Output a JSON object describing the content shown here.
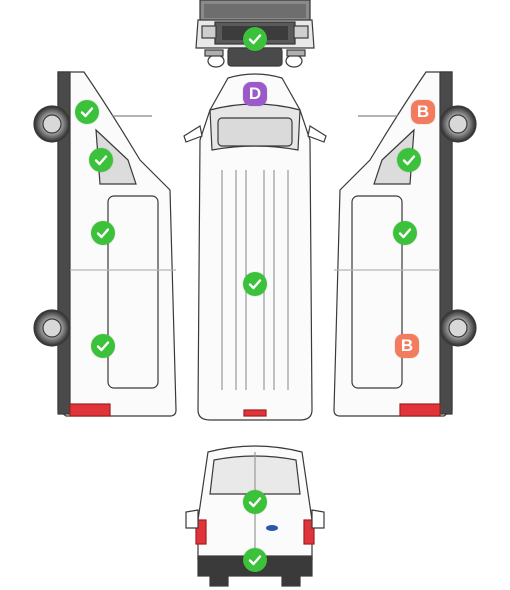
{
  "colors": {
    "ok": "#3cc13b",
    "damage_b": "#f47c5e",
    "damage_d": "#9b59c9",
    "outline": "#3a3a3a",
    "tail_light": "#e0343a"
  },
  "views": {
    "front": {
      "status": "ok",
      "icon": "check-icon"
    },
    "top": [
      {
        "status": "damage",
        "label": "D",
        "color_key": "damage_d"
      },
      {
        "status": "ok",
        "icon": "check-icon"
      }
    ],
    "left_side": [
      {
        "status": "ok",
        "icon": "check-icon"
      },
      {
        "status": "ok",
        "icon": "check-icon"
      },
      {
        "status": "ok",
        "icon": "check-icon"
      },
      {
        "status": "ok",
        "icon": "check-icon"
      }
    ],
    "right_side": [
      {
        "status": "damage",
        "label": "B",
        "color_key": "damage_b"
      },
      {
        "status": "ok",
        "icon": "check-icon"
      },
      {
        "status": "ok",
        "icon": "check-icon"
      },
      {
        "status": "damage",
        "label": "B",
        "color_key": "damage_b"
      }
    ],
    "rear": [
      {
        "status": "ok",
        "icon": "check-icon"
      },
      {
        "status": "ok",
        "icon": "check-icon"
      }
    ]
  }
}
